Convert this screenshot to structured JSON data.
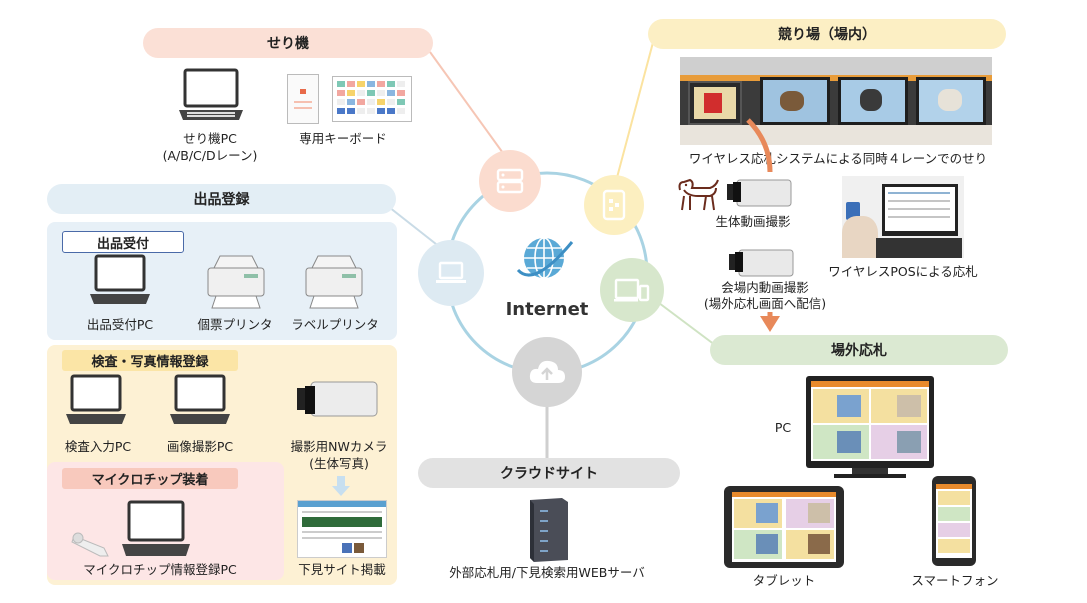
{
  "sections": {
    "seriki": "せり機",
    "kyoriba": "競り場（場内）",
    "shuppin": "出品登録",
    "jogai": "場外応札",
    "cloud": "クラウドサイト"
  },
  "center": {
    "label": "Internet"
  },
  "seriki": {
    "pc_label_1": "せり機PC",
    "pc_label_2": "(A/B/C/Dレーン)",
    "keyboard_label": "専用キーボード"
  },
  "kyoriba": {
    "photo_caption": "ワイヤレス応札システムによる同時４レーンでのせり",
    "live_camera_label": "生体動画撮影",
    "pos_label": "ワイヤレスPOSによる応札",
    "venue_camera_label_1": "会場内動画撮影",
    "venue_camera_label_2": "(場外応札画面へ配信)"
  },
  "shuppin": {
    "uketsuke_tag": "出品受付",
    "uketsuke_pc": "出品受付PC",
    "kohyo_printer": "個票プリンタ",
    "label_printer": "ラベルプリンタ",
    "kensa_tag": "検査・写真情報登録",
    "kensa_pc": "検査入力PC",
    "gazo_pc": "画像撮影PC",
    "camera_label_1": "撮影用NWカメラ",
    "camera_label_2": "(生体写真)",
    "chip_tag": "マイクロチップ装着",
    "chip_pc": "マイクロチップ情報登録PC",
    "shitami_label": "下見サイト掲載"
  },
  "jogai": {
    "pc_label": "PC",
    "tablet_label": "タブレット",
    "phone_label": "スマートフォン"
  },
  "cloud": {
    "server_label": "外部応札用/下見検索用WEBサーバ"
  },
  "colors": {
    "seriki": "#fbe0d6",
    "kyoriba": "#fcefc4",
    "shuppin": "#e3eef5",
    "jogai": "#dbe9d2",
    "cloud": "#e2e2e2",
    "ring": "#a9d3e3"
  }
}
